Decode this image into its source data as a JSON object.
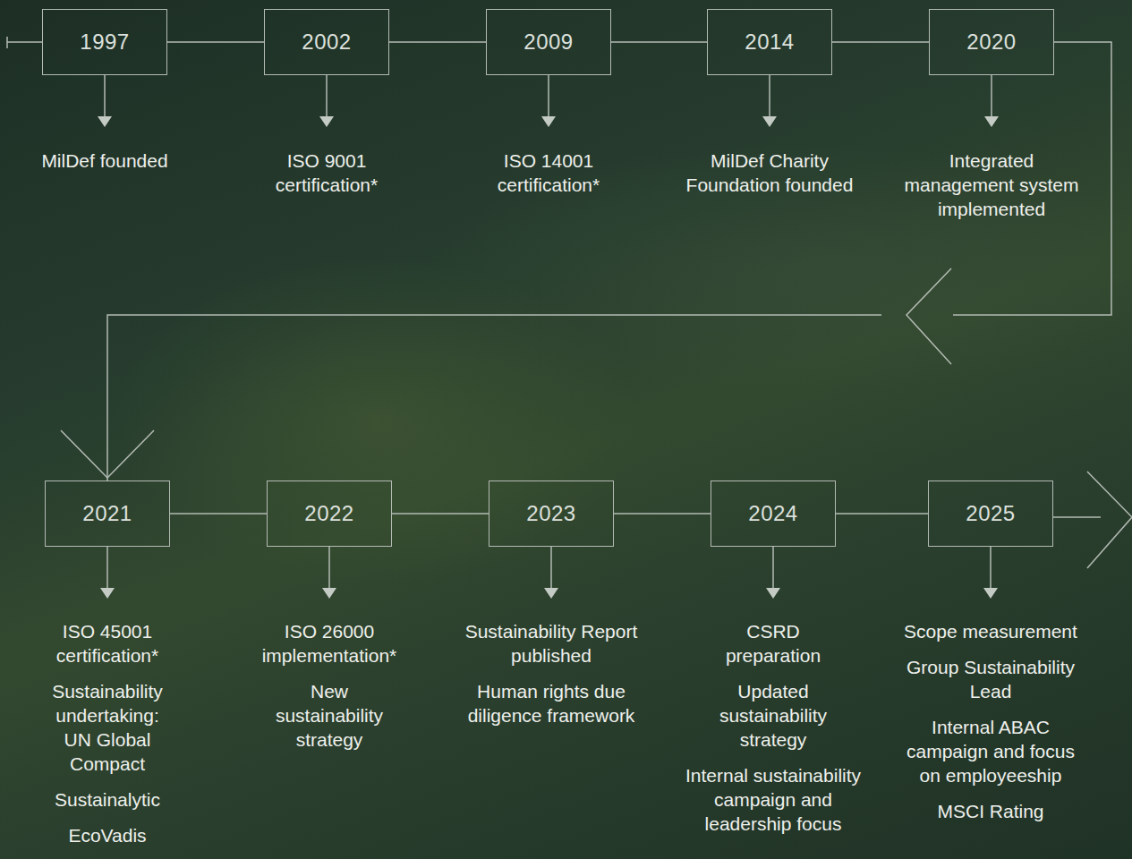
{
  "diagram": {
    "nodes": [
      {
        "text": [
          "1997"
        ]
      },
      {
        "text": [
          "2002"
        ]
      },
      {
        "text": [
          "2009"
        ]
      },
      {
        "text": [
          "2014"
        ]
      },
      {
        "text": [
          "2020"
        ]
      },
      {
        "text": [
          "2021"
        ]
      },
      {
        "text": [
          "2022"
        ]
      },
      {
        "text": [
          "2023"
        ]
      },
      {
        "text": [
          "2024"
        ]
      },
      {
        "text": [
          "2025"
        ]
      }
    ],
    "edges": [
      {
        "from": 0,
        "to": 1,
        "arrow": "none"
      },
      {
        "from": 1,
        "to": 2,
        "arrow": "none"
      },
      {
        "from": 2,
        "to": 3,
        "arrow": "none"
      },
      {
        "from": 3,
        "to": 4,
        "arrow": "none"
      },
      {
        "from": 4,
        "to": 5,
        "arrow": "to"
      },
      {
        "from": 5,
        "to": 6,
        "arrow": "none"
      },
      {
        "from": 6,
        "to": 7,
        "arrow": "none"
      },
      {
        "from": 7,
        "to": 8,
        "arrow": "none"
      },
      {
        "from": 8,
        "to": 9,
        "arrow": "none"
      }
    ],
    "labels": [
      "MilDef founded",
      "ISO 9001 certification*",
      "ISO 14001 certification*",
      "MilDef Charity Foundation founded",
      "Integrated management system implemented",
      "ISO 45001 certification*",
      "Sustainability undertaking: UN Global Compact",
      "Sustainalytic",
      "EcoVadis",
      "ISO 26000 implementation*",
      "New sustainability strategy",
      "Sustainability Report published",
      "Human rights due diligence framework",
      "CSRD preparation",
      "Updated sustainability strategy",
      "Internal sustainability campaign and leadership focus",
      "Scope measurement",
      "Group Sustainability Lead",
      "Internal ABAC campaign and focus on employeeship",
      "MSCI Rating"
    ]
  }
}
